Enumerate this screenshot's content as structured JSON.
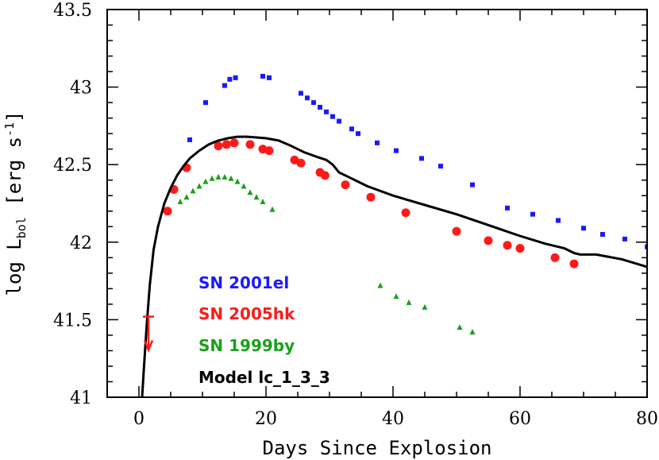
{
  "chart_data": {
    "type": "scatter",
    "xlabel": "Days Since Explosion",
    "ylabel": "log L",
    "ylabel_sub": "bol",
    "ylabel_unit_pre": " [erg s",
    "ylabel_unit_sup": "-1",
    "ylabel_unit_post": "]",
    "xlim": [
      -5,
      80
    ],
    "ylim": [
      41,
      43.5
    ],
    "xticks": [
      0,
      20,
      40,
      60,
      80
    ],
    "yticks": [
      41,
      41.5,
      42,
      42.5,
      43,
      43.5
    ],
    "xtick_labels": [
      "0",
      "20",
      "40",
      "60",
      "80"
    ],
    "ytick_labels": [
      "41",
      "41.5",
      "42",
      "42.5",
      "43",
      "43.5"
    ],
    "grid": false,
    "legend_position": "bottom-left",
    "series": [
      {
        "name": "SN 2001el",
        "color": "#1a1aff",
        "marker": "square",
        "x": [
          8,
          10.5,
          13.5,
          14.3,
          15.2,
          19.5,
          20.5,
          25.5,
          26.5,
          27.5,
          28.5,
          29.5,
          30.5,
          31.5,
          33.5,
          34.5,
          37.5,
          40.5,
          44.5,
          47.5,
          52.5,
          58,
          62,
          66,
          70,
          73,
          76.5,
          80
        ],
        "y": [
          42.66,
          42.9,
          43.01,
          43.05,
          43.06,
          43.07,
          43.06,
          42.96,
          42.93,
          42.9,
          42.87,
          42.84,
          42.81,
          42.78,
          42.73,
          42.7,
          42.64,
          42.59,
          42.54,
          42.49,
          42.37,
          42.22,
          42.18,
          42.14,
          42.09,
          42.05,
          42.02,
          41.97
        ]
      },
      {
        "name": "SN 2005hk",
        "color": "#ff1a1a",
        "marker": "circle",
        "x": [
          4.5,
          5.5,
          7.5,
          12.5,
          13.8,
          15.0,
          17.5,
          19.5,
          20.5,
          24.5,
          25.5,
          28.5,
          29.3,
          32.5,
          36.5,
          42.0,
          50.0,
          55.0,
          58.0,
          60.0,
          65.5,
          68.5
        ],
        "y": [
          42.2,
          42.34,
          42.48,
          42.62,
          42.63,
          42.64,
          42.63,
          42.6,
          42.59,
          42.53,
          42.51,
          42.45,
          42.43,
          42.37,
          42.29,
          42.19,
          42.07,
          42.01,
          41.98,
          41.96,
          41.9,
          41.86
        ]
      },
      {
        "name": "SN 1999by",
        "color": "#1aa01a",
        "marker": "triangle",
        "x": [
          6.5,
          7.5,
          8.5,
          9.5,
          10.5,
          11.5,
          12.5,
          13.5,
          14.5,
          15.5,
          16.5,
          17.5,
          18.5,
          19.5,
          21.0,
          38.0,
          40.5,
          42.5,
          45.0,
          50.5,
          52.5
        ],
        "y": [
          42.26,
          42.29,
          42.33,
          42.36,
          42.39,
          42.41,
          42.42,
          42.42,
          42.41,
          42.39,
          42.36,
          42.32,
          42.29,
          42.26,
          42.21,
          41.72,
          41.65,
          41.61,
          41.58,
          41.45,
          41.42
        ]
      },
      {
        "name": "Model lc_1_3_3",
        "color": "#000000",
        "marker": "line",
        "x": [
          0.5,
          0.8,
          1.2,
          1.7,
          2.3,
          3.0,
          4.0,
          5.0,
          6.0,
          7.0,
          8.0,
          9.5,
          11.0,
          12.5,
          14.0,
          15.5,
          17.0,
          18.5,
          20.0,
          22.0,
          24.0,
          26.0,
          28.0,
          29.5,
          30.5,
          31.5,
          33.0,
          36.0,
          40.0,
          45.0,
          50.0,
          55.0,
          60.0,
          64.0,
          67.0,
          68.5,
          69.5,
          72.0,
          76.0,
          80.0
        ],
        "y": [
          41.0,
          41.2,
          41.45,
          41.72,
          41.95,
          42.1,
          42.25,
          42.35,
          42.43,
          42.49,
          42.54,
          42.59,
          42.63,
          42.655,
          42.67,
          42.68,
          42.68,
          42.675,
          42.67,
          42.655,
          42.62,
          42.58,
          42.55,
          42.53,
          42.5,
          42.45,
          42.42,
          42.36,
          42.3,
          42.24,
          42.18,
          42.11,
          42.04,
          41.99,
          41.96,
          41.93,
          41.92,
          41.92,
          41.89,
          41.84
        ]
      }
    ],
    "upper_limit": {
      "x": 1.5,
      "y": 41.52,
      "color": "#ff1a1a"
    }
  }
}
